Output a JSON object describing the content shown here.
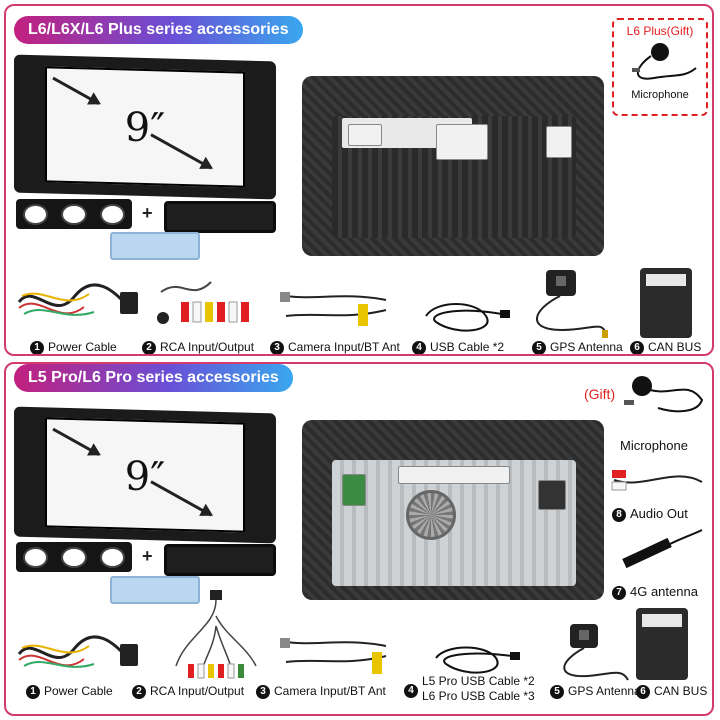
{
  "top": {
    "banner": "L6/L6X/L6 Plus series accessories",
    "screen_size": "9″",
    "gift": {
      "title": "L6 Plus(Gift)",
      "item": "Microphone"
    },
    "accessories": [
      {
        "num": "1",
        "label": "Power Cable"
      },
      {
        "num": "2",
        "label": "RCA Input/Output"
      },
      {
        "num": "3",
        "label": "Camera Input/BT Ant"
      },
      {
        "num": "4",
        "label": "USB Cable *2"
      },
      {
        "num": "5",
        "label": "GPS Antenna"
      },
      {
        "num": "6",
        "label": "CAN BUS"
      }
    ]
  },
  "bottom": {
    "banner": "L5 Pro/L6 Pro series accessories",
    "screen_size": "9″",
    "gift_label": "(Gift)",
    "side_items": [
      {
        "num": "",
        "label": "Microphone"
      },
      {
        "num": "8",
        "label": "Audio Out"
      },
      {
        "num": "7",
        "label": "4G antenna"
      }
    ],
    "accessories": [
      {
        "num": "1",
        "label": "Power Cable"
      },
      {
        "num": "2",
        "label": "RCA Input/Output"
      },
      {
        "num": "3",
        "label": "Camera Input/BT Ant"
      },
      {
        "num": "4",
        "label": "L5 Pro USB Cable *2",
        "label2": "L6 Pro USB Cable *3"
      },
      {
        "num": "5",
        "label": "GPS Antenna"
      },
      {
        "num": "6",
        "label": "CAN BUS"
      }
    ]
  },
  "colors": {
    "border": "#d53a6c",
    "banner_gradient": [
      "#c2207e",
      "#6a4fd6",
      "#39a7ef"
    ],
    "gift_red": "#e02020"
  }
}
